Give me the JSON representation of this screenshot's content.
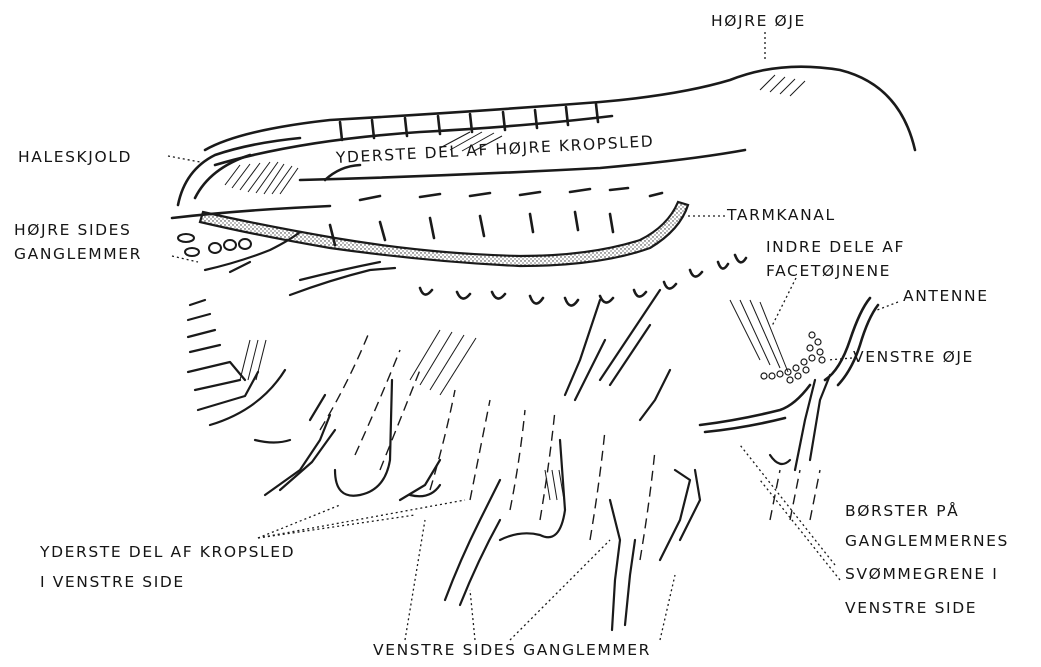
{
  "figure": {
    "labels": {
      "hojre_oje": "HØJRE ØJE",
      "haleskjold": "HALESKJOLD",
      "yderste_del_hojre": "YDERSTE DEL AF HØJRE KROPSLED",
      "tarmkanal": "TARMKANAL",
      "hojre_sides_line1": "HØJRE SIDES",
      "hojre_sides_line2": "GANGLEMMER",
      "indre_dele_line1": "INDRE DELE AF",
      "indre_dele_line2": "FACETØJNENE",
      "antenne": "ANTENNE",
      "venstre_oje": "VENSTRE ØJE",
      "yderste_venstre_line1": "YDERSTE DEL AF KROPSLED",
      "yderste_venstre_line2": "I VENSTRE SIDE",
      "borster_line1": "BØRSTER PÅ",
      "borster_line2": "GANGLEMMERNES",
      "borster_line3": "SVØMMEGRENE I",
      "borster_line4": "VENSTRE SIDE",
      "venstre_sides_ganglemmer": "VENSTRE SIDES GANGLEMMER"
    },
    "colors": {
      "ink": "#1a1a1a",
      "background": "#ffffff"
    }
  }
}
